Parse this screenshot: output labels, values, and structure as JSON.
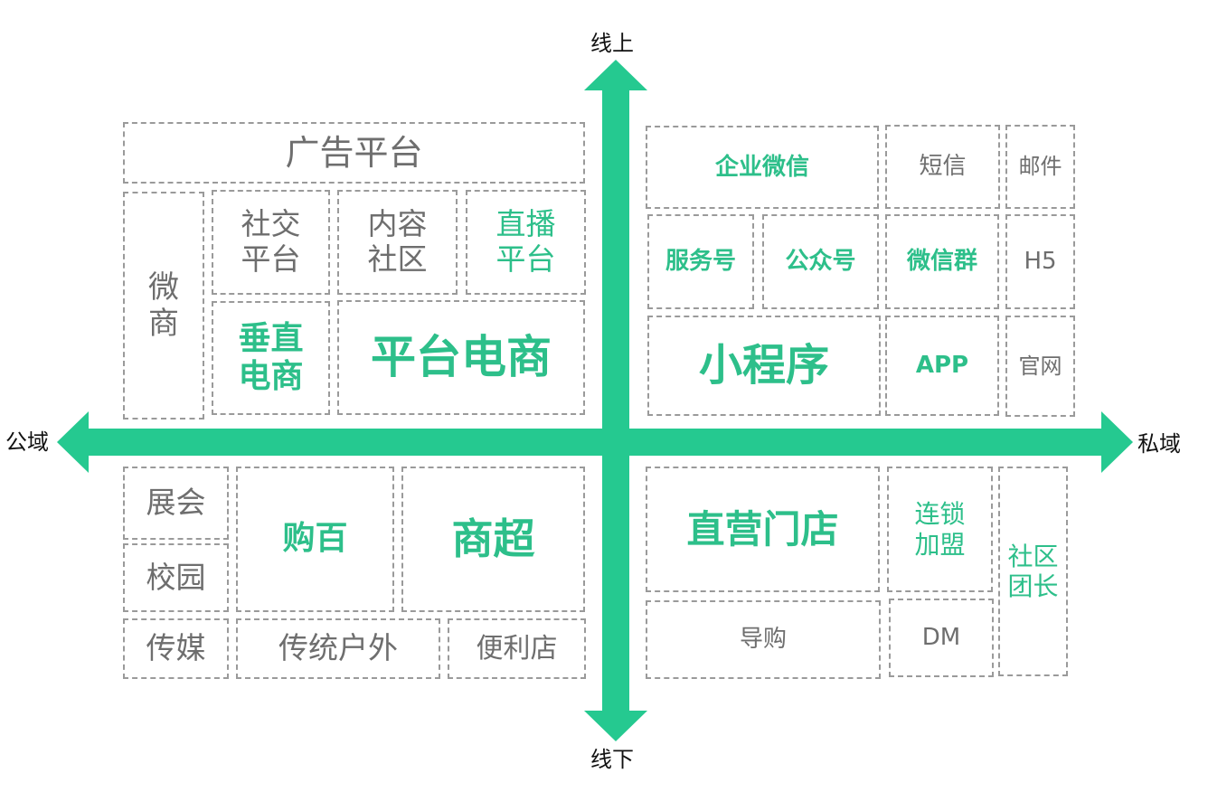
{
  "axes": {
    "top": "线上",
    "bottom": "线下",
    "left": "公域",
    "right": "私域"
  },
  "colors": {
    "axis": "#25c990",
    "highlight_text": "#2dbf8a",
    "normal_text": "#6e6e6e",
    "dashed_border": "#9a9a9a"
  },
  "quadrants": {
    "top_left": {
      "ad_platform": "广告平台",
      "wechat_business": [
        "微",
        "商"
      ],
      "social_platform": [
        "社交",
        "平台"
      ],
      "content_community": [
        "内容",
        "社区"
      ],
      "live_platform": [
        "直播",
        "平台"
      ],
      "vertical_ecommerce": [
        "垂直",
        "电商"
      ],
      "platform_ecommerce": "平台电商"
    },
    "top_right": {
      "wecom": "企业微信",
      "sms": "短信",
      "email": "邮件",
      "service_account": "服务号",
      "official_account": "公众号",
      "wechat_group": "微信群",
      "h5": "H5",
      "mini_program": "小程序",
      "app": "APP",
      "website": "官网"
    },
    "bottom_left": {
      "exhibition": "展会",
      "campus": "校园",
      "media": "传媒",
      "department_store": "购百",
      "supermarket": "商超",
      "traditional_outdoor": "传统户外",
      "convenience_store": "便利店"
    },
    "bottom_right": {
      "direct_store": "直营门店",
      "chain_franchise": [
        "连锁",
        "加盟"
      ],
      "community_leader": [
        "社区",
        "团长"
      ],
      "shopping_guide": "导购",
      "dm": "DM"
    }
  }
}
